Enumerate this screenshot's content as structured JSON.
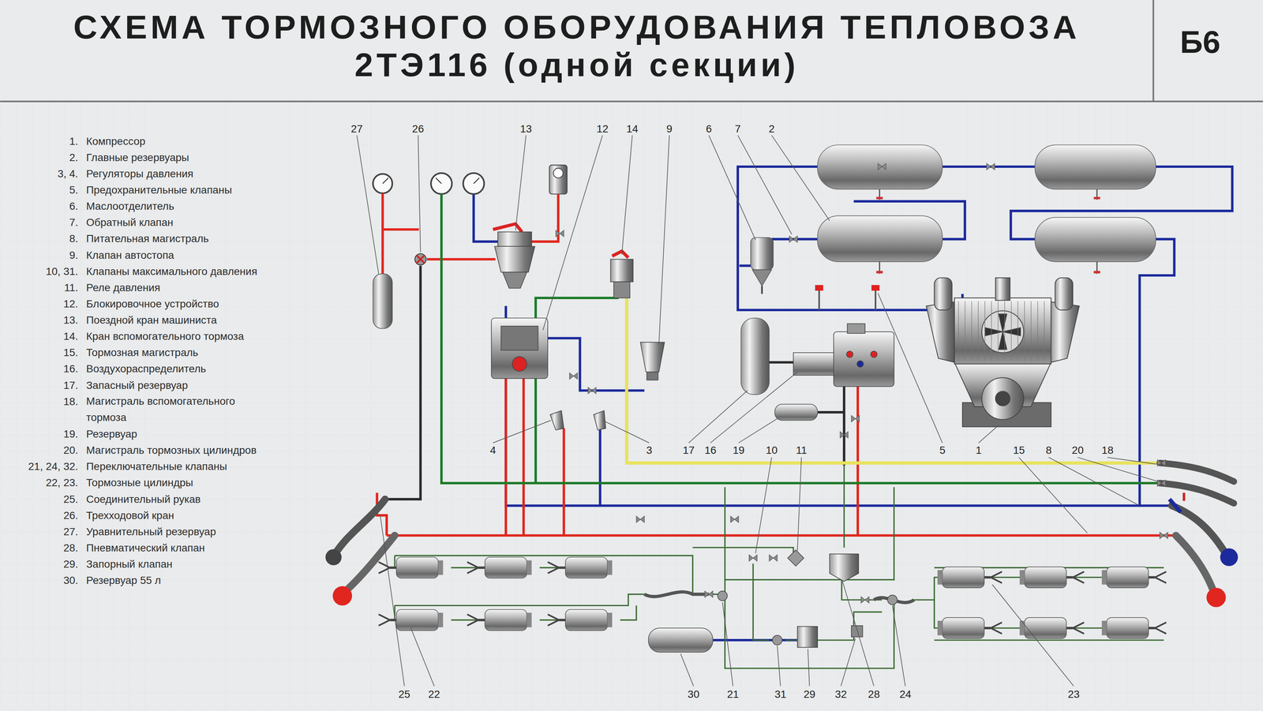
{
  "diagram": {
    "title": "СХЕМА ТОРМОЗНОГО ОБОРУДОВАНИЯ ТЕПЛОВОЗА 2ТЭ116 (одной секции)",
    "labels": [
      "1.",
      "Компрессор",
      "2.",
      "Главные резервуары",
      "3, 4.",
      "Регуляторы давления",
      "5.",
      "Предохранительные клапаны",
      "6.",
      "Маслоотделитель",
      "7.",
      "Обратный клапан",
      "8.",
      "Питательная магистраль",
      "9.",
      "Клапан автостопа",
      "10, 31.",
      "Клапаны максимального давления",
      "11.",
      "Реле давления",
      "12.",
      "Блокировочное устройство",
      "13.",
      "Поездной кран машиниста",
      "14.",
      "Кран вспомогательного тормоза",
      "15.",
      "Тормозная магистраль",
      "16.",
      "Воздухораспределитель",
      "17.",
      "Запасный резервуар",
      "18.",
      "Магистраль вспомогательного тормоза",
      "19.",
      "Резервуар",
      "20.",
      "Магистраль тормозных цилиндров",
      "21, 24, 32.",
      "Переключательные клапаны",
      "22, 23.",
      "Тормозные цилиндры",
      "25.",
      "Соединительный рукав",
      "26.",
      "Трехходовой кран",
      "27.",
      "Уравнительный резервуар",
      "28.",
      "Пневматический клапан",
      "29.",
      "Запорный клапан",
      "30.",
      "Резервуар 55 л",
      "Б6",
      "27",
      "26",
      "13",
      "12",
      "14",
      "9",
      "6",
      "7",
      "2",
      "4",
      "3",
      "17",
      "16",
      "19",
      "10",
      "11",
      "5",
      "1",
      "15",
      "8",
      "20",
      "18",
      "25",
      "22",
      "30",
      "21",
      "31",
      "29",
      "32",
      "28",
      "24",
      "23"
    ]
  }
}
